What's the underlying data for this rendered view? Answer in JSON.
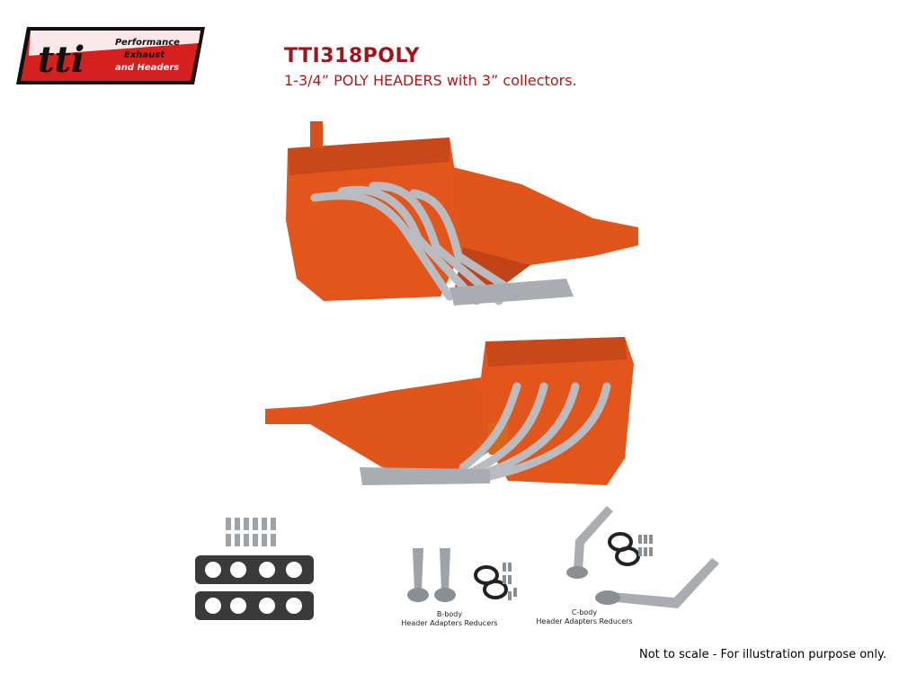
{
  "logo": {
    "mark": "tti",
    "tagline": [
      "Performance",
      "Exhaust",
      "and Headers"
    ],
    "colors": {
      "red": "#d5201f",
      "black": "#111111"
    }
  },
  "product": {
    "part_number": "TTI318POLY",
    "description": "1-3/4” POLY HEADERS with 3” collectors."
  },
  "images": {
    "engine_top": {
      "icon": "engine-with-headers-photo"
    },
    "engine_bottom": {
      "icon": "engine-with-headers-photo"
    },
    "gaskets": {
      "icon": "header-gaskets-and-bolts-photo"
    },
    "b_body": {
      "icon": "b-body-adapter-reducers-photo",
      "caption_line1": "B-body",
      "caption_line2": "Header Adapters Reducers"
    },
    "c_body": {
      "icon": "c-body-adapter-reducers-photo",
      "caption_line1": "C-body",
      "caption_line2": "Header Adapters Reducers"
    }
  },
  "footer": {
    "note": "Not to scale - For illustration purpose only."
  },
  "colors": {
    "engine_orange": "#e2561b",
    "title_red": "#a0141a",
    "steel": "#b8bcc0"
  }
}
